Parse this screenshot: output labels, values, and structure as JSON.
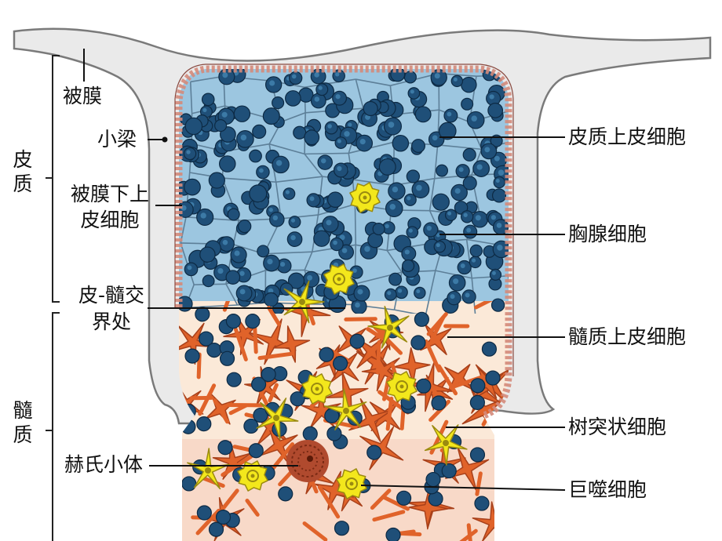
{
  "regions": {
    "cortex": "皮质",
    "medulla": "髓质"
  },
  "left_labels": {
    "capsule": "被膜",
    "trabecula": "小梁",
    "subcapsular_epithelium": "被膜下上皮细胞",
    "corticomedullary_junction": "皮-髓交界处",
    "hassalls_corpuscle": "赫氏小体"
  },
  "right_labels": {
    "cortical_epithelial_cell": "皮质上皮细胞",
    "thymocyte": "胸腺细胞",
    "medullary_epithelial_cell": "髓质上皮细胞",
    "dendritic_cell": "树突状细胞",
    "macrophage": "巨噬细胞"
  },
  "colors": {
    "capsule_fill": "#eaeaea",
    "capsule_stroke": "#7a7a7a",
    "cortex_fill": "#9cc6e0",
    "cortex_net": "#5d7f98",
    "thymocyte": "#1f4f78",
    "thymocyte_edge": "#0d2a44",
    "medulla_fill": "#fbe9d8",
    "medulla_deep": "#f7d2c2",
    "epithelial_orange": "#e0632a",
    "macrophage_yellow": "#f3e71c",
    "hassall_brown": "#b04a2e",
    "border_cells": "#d48a7a"
  }
}
